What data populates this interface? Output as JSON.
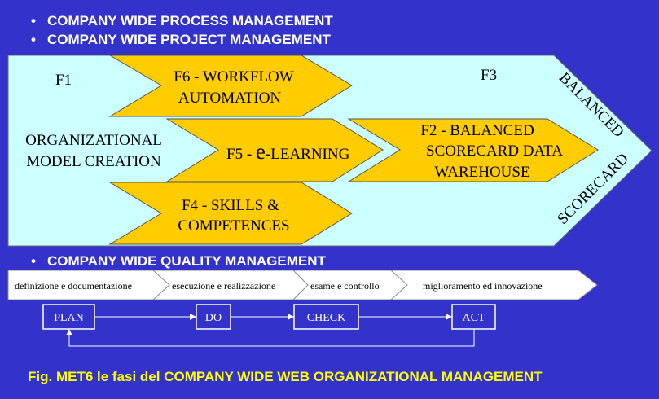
{
  "colors": {
    "background": "#3333cc",
    "panel": "#ccffff",
    "chevron": "#ffcc00",
    "caption": "#ffff00",
    "white": "#ffffff",
    "ink": "#000000"
  },
  "bullets": [
    "COMPANY WIDE PROCESS MANAGEMENT",
    "COMPANY WIDE PROJECT MANAGEMENT",
    "COMPANY WIDE QUALITY MANAGEMENT"
  ],
  "bullet_glyph": "•",
  "diagram": {
    "f1": "F1",
    "f3": "F3",
    "org_model": [
      "ORGANIZATIONAL",
      "MODEL CREATION"
    ],
    "f6": [
      "F6 - WORKFLOW",
      "AUTOMATION"
    ],
    "f5_prefix": "F5 - ",
    "f5_e": "e",
    "f5_suffix": "-LEARNING",
    "f4": [
      "F4 - SKILLS &",
      "COMPETENCES"
    ],
    "f2": [
      "F2 - BALANCED",
      "SCORECARD DATA",
      "WAREHOUSE"
    ],
    "balanced": "BALANCED",
    "scorecard": "SCORECARD"
  },
  "quality_steps": [
    "definizione e documentazione",
    "esecuzione e realizzazione",
    "esame e controllo",
    "miglioramento ed innovazione"
  ],
  "cycle": [
    "PLAN",
    "DO",
    "CHECK",
    "ACT"
  ],
  "caption": "Fig. MET6 le fasi del COMPANY WIDE WEB ORGANIZATIONAL MANAGEMENT"
}
